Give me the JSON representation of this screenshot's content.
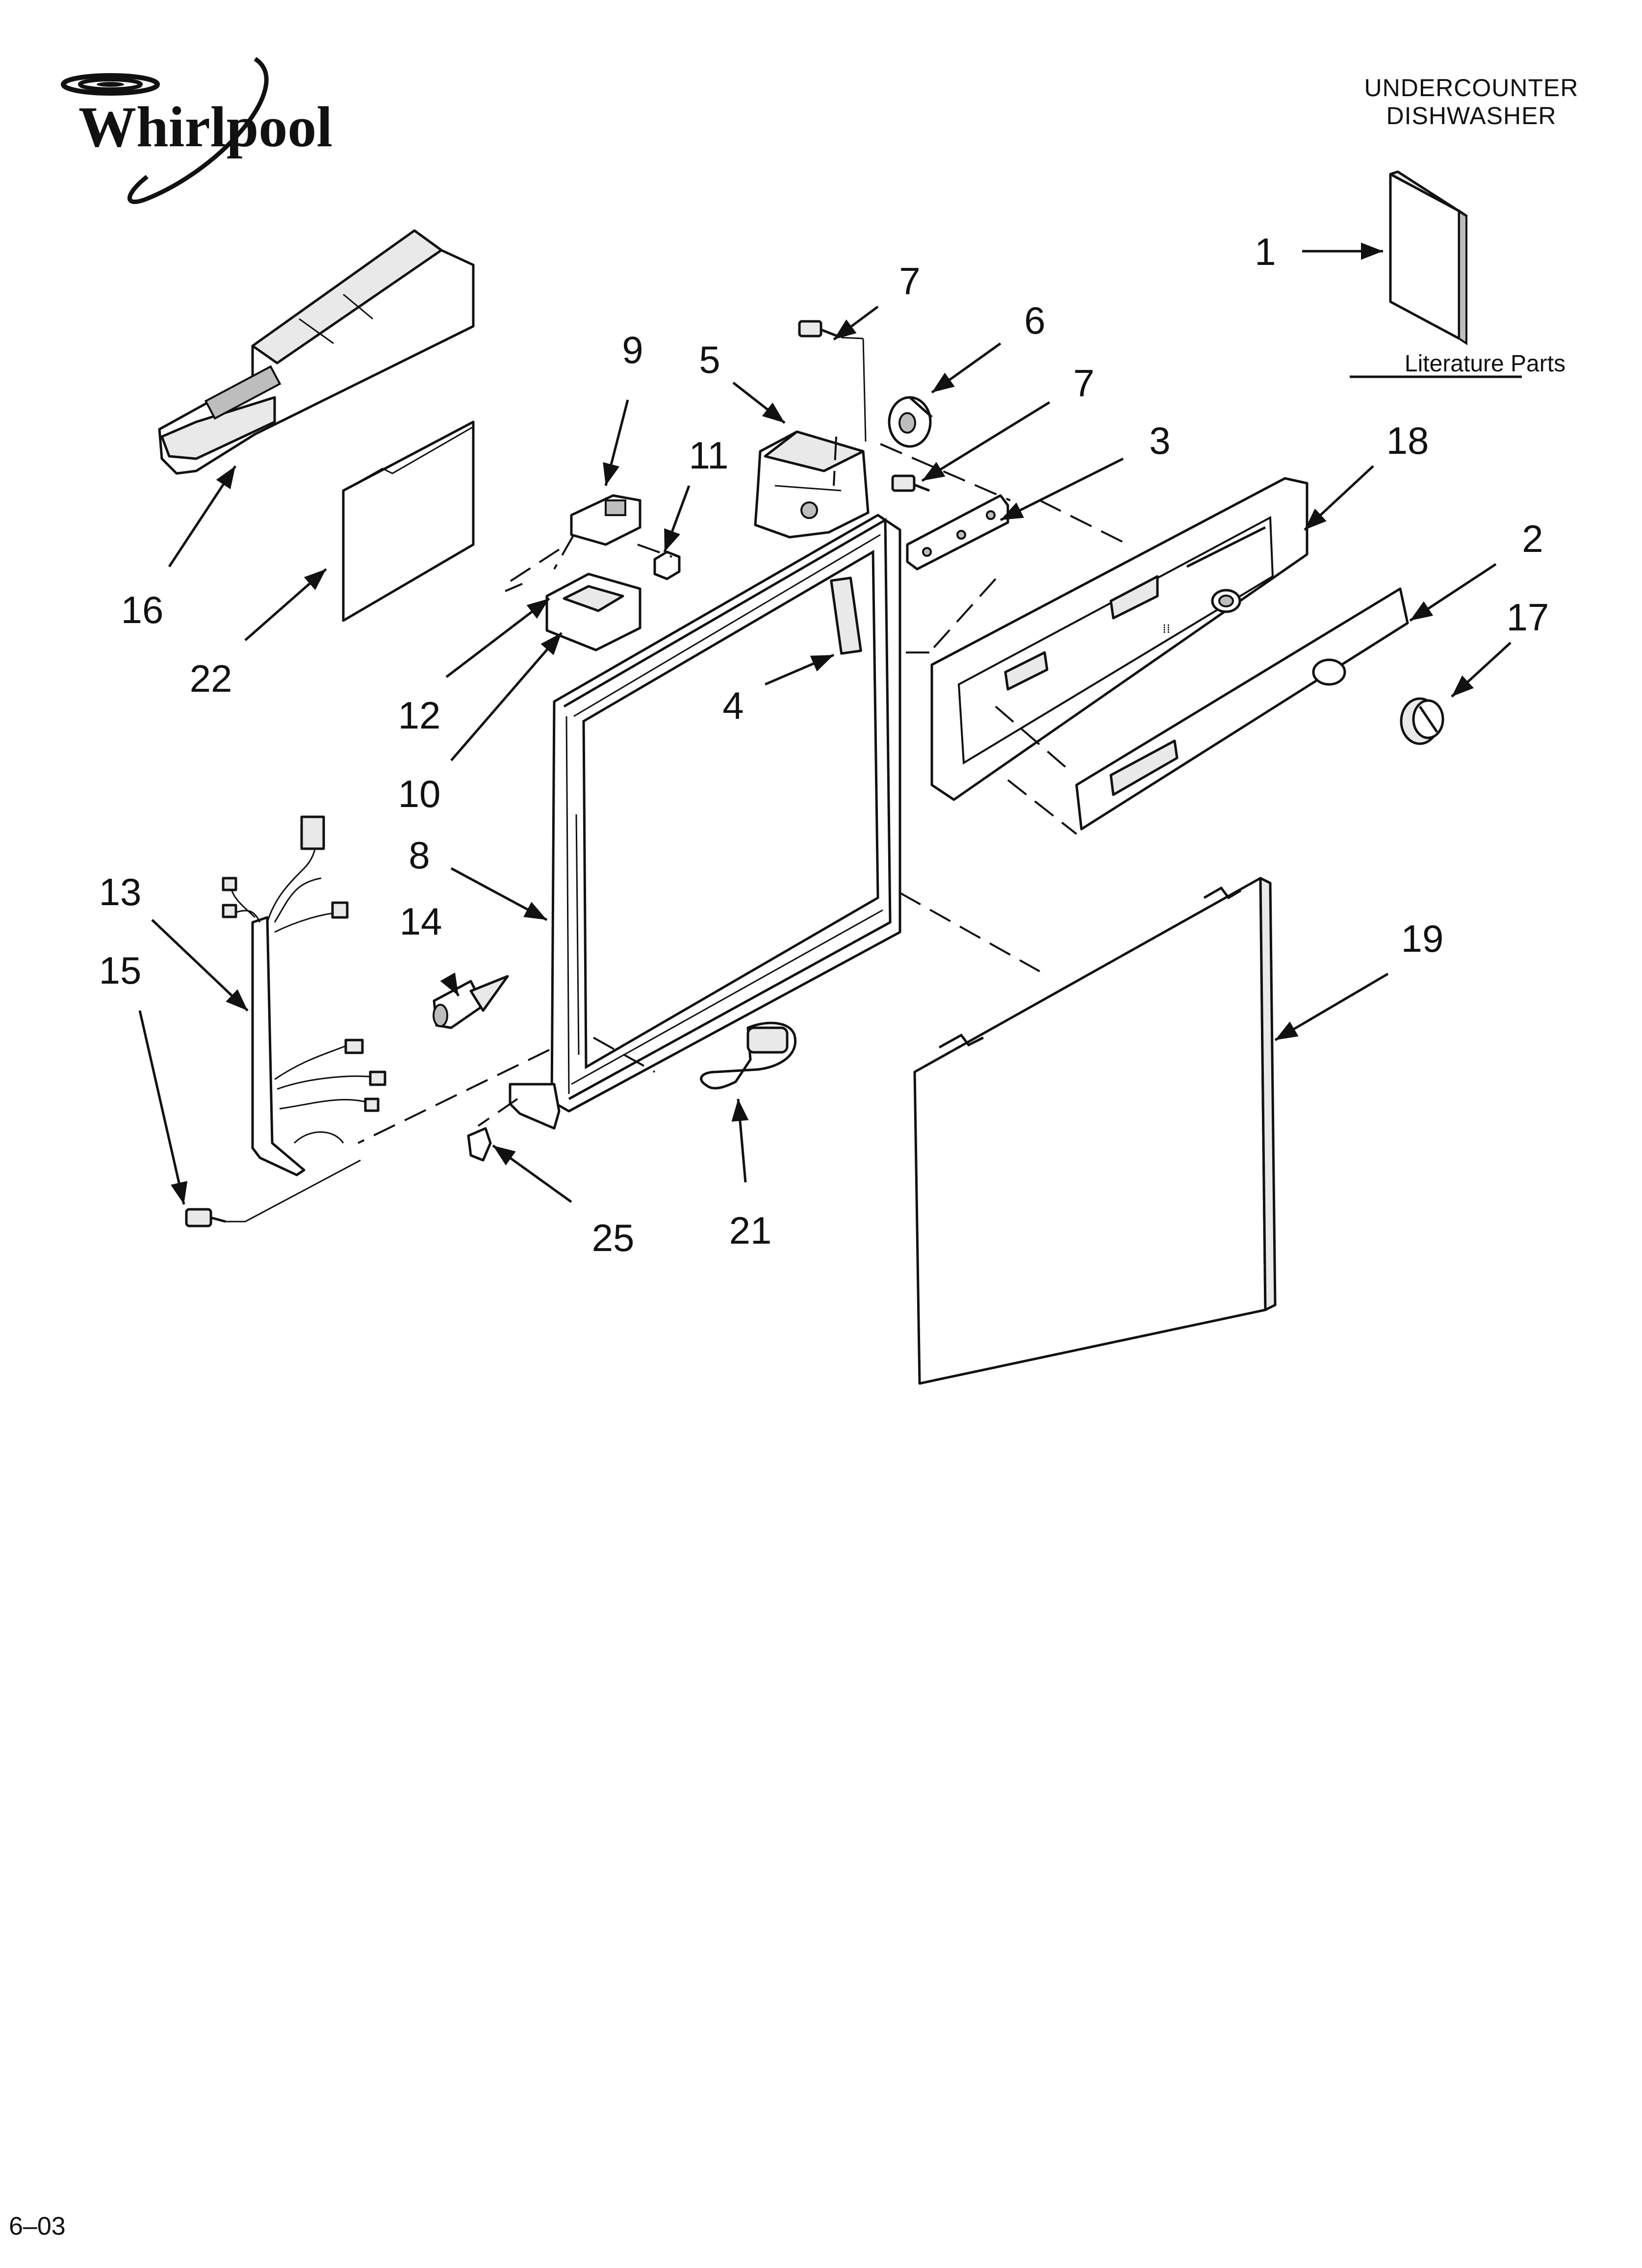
{
  "brand": {
    "name": "Whirlpool",
    "color": "#111111"
  },
  "header": {
    "line1": "UNDERCOUNTER",
    "line2": "DISHWASHER"
  },
  "literature": {
    "label": "Literature Parts"
  },
  "footer": {
    "code": "6–03"
  },
  "callouts": {
    "c1": "1",
    "c2": "2",
    "c3": "3",
    "c4": "4",
    "c5": "5",
    "c6": "6",
    "c7a": "7",
    "c7b": "7",
    "c8": "8",
    "c9": "9",
    "c10": "10",
    "c11": "11",
    "c12": "12",
    "c13": "13",
    "c14": "14",
    "c15": "15",
    "c16": "16",
    "c17": "17",
    "c18": "18",
    "c19": "19",
    "c21": "21",
    "c22": "22",
    "c25": "25"
  }
}
